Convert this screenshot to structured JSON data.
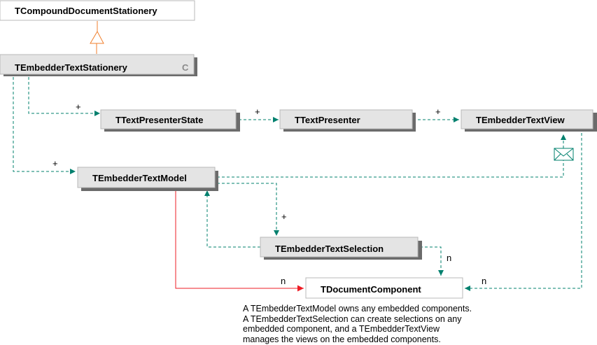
{
  "colors": {
    "box_fill": "#e4e4e4",
    "box_fill_plain": "#ffffff",
    "box_border": "#b8b8b8",
    "shadow": "#6b6b6b",
    "dependency": "#00806e",
    "ownership": "#ee1c25",
    "inheritance": "#f07f2c"
  },
  "classes": {
    "compound": "TCompoundDocumentStationery",
    "stationery": "TEmbedderTextStationery",
    "stationery_marker": "C",
    "presenter_state": "TTextPresenterState",
    "presenter": "TTextPresenter",
    "view": "TEmbedderTextView",
    "model": "TEmbedderTextModel",
    "selection": "TEmbedderTextSelection",
    "component": "TDocumentComponent"
  },
  "multiplicities": {
    "stationery_to_state": "+",
    "state_to_presenter": "+",
    "presenter_to_view": "+",
    "stationery_to_model": "+",
    "model_to_selection": "+",
    "selection_to_component": "n",
    "model_to_component": "n",
    "view_to_component": "n"
  },
  "icons": {
    "message": "envelope-icon"
  },
  "note": [
    "A TEmbedderTextModel owns any embedded components.",
    "A TEmbedderTextSelection can create selections on any",
    "embedded component, and a TEmbedderTextView",
    "manages the views on the embedded components."
  ]
}
